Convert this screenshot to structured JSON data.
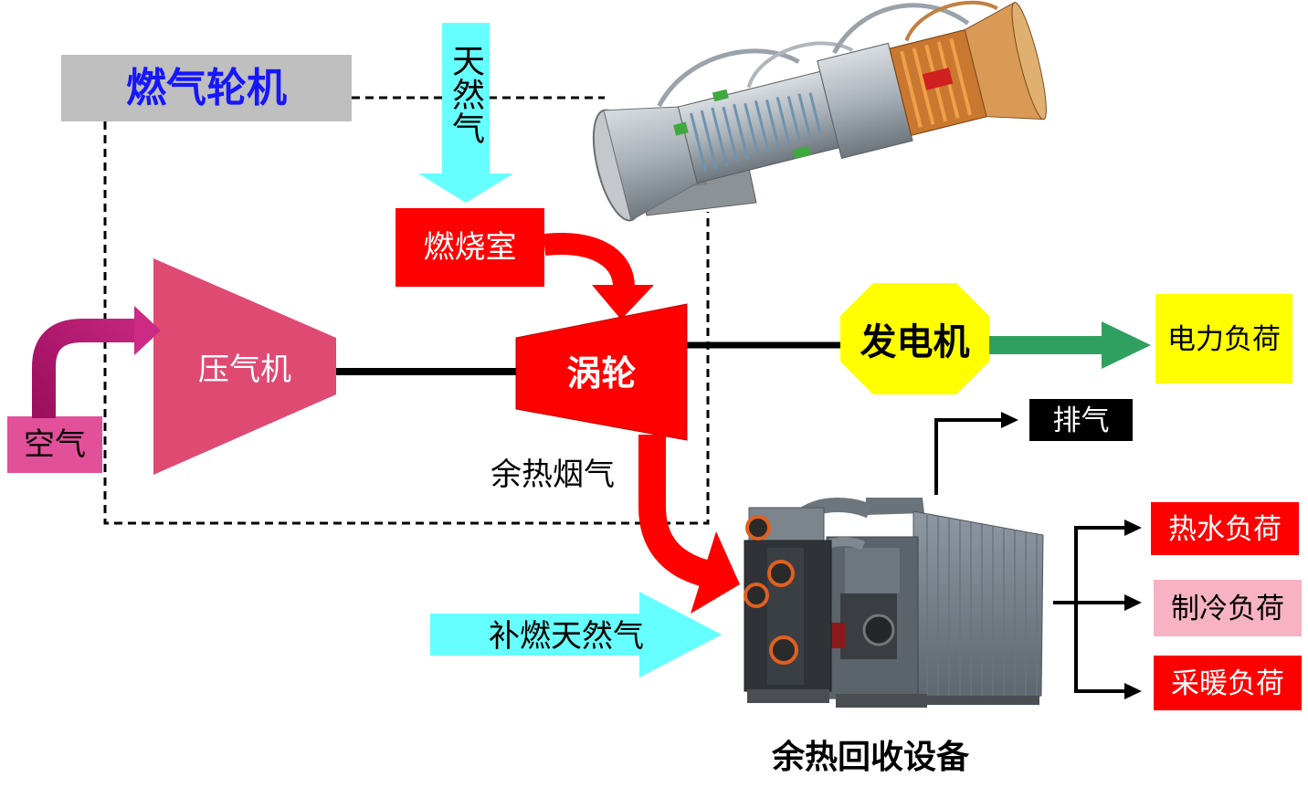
{
  "title_box": {
    "label": "燃气轮机"
  },
  "natural_gas": {
    "label": "天然气"
  },
  "combustor": {
    "label": "燃烧室"
  },
  "compressor": {
    "label": "压气机"
  },
  "turbine": {
    "label": "涡轮"
  },
  "generator": {
    "label": "发电机"
  },
  "power_load": {
    "label": "电力负荷"
  },
  "air": {
    "label": "空气"
  },
  "flue_gas": {
    "label": "余热烟气"
  },
  "supplementary_gas": {
    "label": "补燃天然气"
  },
  "recovery_device": {
    "label": "余热回收设备"
  },
  "exhaust": {
    "label": "排气"
  },
  "loads": [
    {
      "label": "热水负荷"
    },
    {
      "label": "制冷负荷"
    },
    {
      "label": "采暖负荷"
    }
  ],
  "colors": {
    "title_box": "#bfbfbf",
    "title_text": "#1616ff",
    "natural_gas": "#66ffff",
    "combustor": "#ff0000",
    "compressor": "#df4a73",
    "turbine": "#ff0000",
    "generator": "#ffff00",
    "power_arrow": "#30a060",
    "power_load": "#ffff00",
    "air": "#e3509a",
    "exhaust": "#000000",
    "hot_water_load": "#ff0000",
    "cooling_load": "#f7b3c3",
    "heating_load": "#ff0000"
  }
}
